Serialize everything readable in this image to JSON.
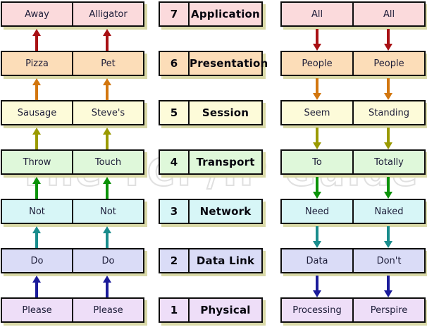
{
  "watermark": "The TCP/IP Guide",
  "shadow_color": "#D9D9A8",
  "border_color": "#0d0d0d",
  "layers": [
    {
      "number": "7",
      "name": "Application",
      "fill": "#FBDADC",
      "left_words": [
        "Away",
        "Alligator"
      ],
      "right_words": [
        "All",
        "All"
      ]
    },
    {
      "number": "6",
      "name": "Presentation",
      "fill": "#FCDDB8",
      "left_words": [
        "Pizza",
        "Pet"
      ],
      "right_words": [
        "People",
        "People"
      ]
    },
    {
      "number": "5",
      "name": "Session",
      "fill": "#FDFBD9",
      "left_words": [
        "Sausage",
        "Steve's"
      ],
      "right_words": [
        "Seem",
        "Standing"
      ]
    },
    {
      "number": "4",
      "name": "Transport",
      "fill": "#DFF8DA",
      "left_words": [
        "Throw",
        "Touch"
      ],
      "right_words": [
        "To",
        "Totally"
      ]
    },
    {
      "number": "3",
      "name": "Network",
      "fill": "#D7F6F7",
      "left_words": [
        "Not",
        "Not"
      ],
      "right_words": [
        "Need",
        "Naked"
      ]
    },
    {
      "number": "2",
      "name": "Data Link",
      "fill": "#DADCF7",
      "left_words": [
        "Do",
        "Do"
      ],
      "right_words": [
        "Data",
        "Don't"
      ]
    },
    {
      "number": "1",
      "name": "Physical",
      "fill": "#EEDEF8",
      "left_words": [
        "Please",
        "Please"
      ],
      "right_words": [
        "Processing",
        "Perspire"
      ]
    }
  ],
  "arrow_colors": [
    "#A81014",
    "#D2760E",
    "#9A9A00",
    "#0B9208",
    "#198C8C",
    "#1B1B9A"
  ],
  "left_arrow_direction": "up",
  "right_arrow_direction": "down"
}
